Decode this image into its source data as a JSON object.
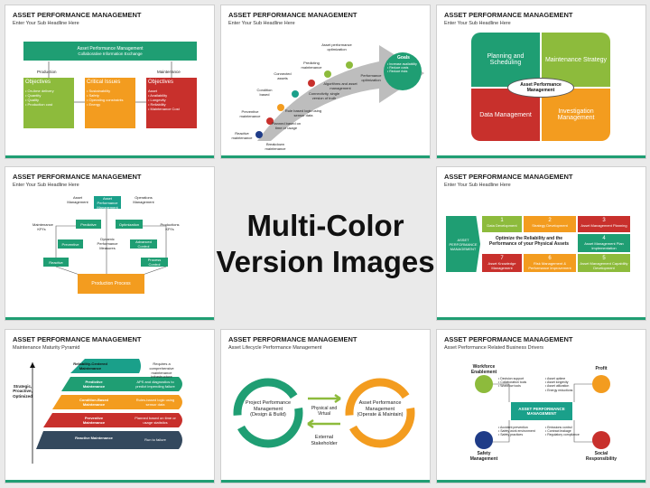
{
  "title": "ASSET PERFORMANCE MANAGEMENT",
  "sub_default": "Enter Your Sub Headline Here",
  "center": {
    "line1": "Multi-Color",
    "line2": "Version Images"
  },
  "s1": {
    "banner_line1": "Asset Performance Management",
    "banner_line2": "Collaborative Information Exchange",
    "production": "Production",
    "maintenance": "Maintenance",
    "col1_title": "Objectives",
    "col1_items": "• On-time delivery\n• Quantity\n• Quality\n• Production cost",
    "col2_title": "Critical Issues",
    "col2_items": "• Sustainability\n• Safety\n• Operating constraints\n• Energy",
    "col3_title": "Objectives",
    "col3_items": "Asset\n• Availability\n• Longevity\n• Reliability\n• Maintenance Cost"
  },
  "s2": {
    "goals_title": "Goals",
    "goals_items": "• Increase availability\n• Reduce costs\n• Reduce risks",
    "reactive": "Reactive maintenance",
    "breakdown": "Breakdown maintenance",
    "preventive": "Preventive maintenance",
    "planned": "Planned based on time or usage",
    "condition": "Condition based",
    "rule": "Rule based logic using sensor data",
    "connected": "Connected assets",
    "algorithms": "Connectivity, single version of truth",
    "algo2": "Algorithms and asset management",
    "predictive": "Predicting maintenance",
    "optimization": "Asset performance optimization",
    "performance": "Performance optimization"
  },
  "s3": {
    "q1": "Planning and Scheduling",
    "q2": "Maintenance Strategy",
    "q3": "Data Management",
    "q4": "Investigation Management",
    "center": "Asset Performance Management"
  },
  "s4": {
    "asset_mgmt": "Asset Management",
    "apm": "Asset Performance Management",
    "ops_mgmt": "Operations Management",
    "maint_kpis": "Maintenance KPI's",
    "prod_kpis": "Productions KPI's",
    "predictive": "Predictive",
    "optimization": "Optimization",
    "preventive": "Preventive",
    "dynamic": "Dynamic Performance Measures",
    "advanced": "Advanced Control",
    "reactive": "Reactive",
    "process": "Process Control",
    "production": "Production Process"
  },
  "s6": {
    "left": "ASSET PERFORMANCE MANAGEMENT",
    "center": "Optimize the Reliability and the Performance of your Physical Assets",
    "items": [
      {
        "num": "1",
        "label": "Data Development"
      },
      {
        "num": "2",
        "label": "Strategy Development"
      },
      {
        "num": "3",
        "label": "Asset Management Planning"
      },
      {
        "num": "4",
        "label": "Asset Management Plan Implementation"
      },
      {
        "num": "5",
        "label": "Asset Management Capability Development"
      },
      {
        "num": "6",
        "label": "Risk Management & Performance Improvement"
      },
      {
        "num": "7",
        "label": "Asset Knowledge Management"
      }
    ]
  },
  "s7": {
    "sub": "Maintenance Maturity Pyramid",
    "axis": "Strategic, Proactive, Optimized",
    "levels": [
      {
        "name": "Reliability-Centered Maintenance",
        "desc": "Requires a comprehensive maintenance infrastructure"
      },
      {
        "name": "Predictive Maintenance",
        "desc": "APS and diagnostics to predict impending failure"
      },
      {
        "name": "Condition-Based Maintenance",
        "desc": "Rules-based logic using sensor data"
      },
      {
        "name": "Preventive Maintenance",
        "desc": "Planned based on time or usage statistics"
      },
      {
        "name": "Reactive Maintenance",
        "desc": "Run to failure"
      }
    ]
  },
  "s8": {
    "sub": "Asset Lifecycle Performance Management",
    "left": "Project Performance Management (Design & Build)",
    "middle": "Physical and Virtual",
    "right": "Asset Performance Management (Operate & Maintain)",
    "ext": "External Stakeholder"
  },
  "s9": {
    "sub": "Asset Performance Related Business Drivers",
    "center": "ASSET PERFORMANCE MANAGEMENT",
    "workforce": "Workforce Enablement",
    "profit": "Profit",
    "safety": "Safety Management",
    "social": "Social Responsibility",
    "wf_items": "• Decision support\n• Collaboration tools\n• Workflow tools",
    "profit_items": "• Asset uptime\n• Asset longevity\n• Asset utilization\n• Energy reductions",
    "safety_items": "• Accident prevention\n• Safety work environment\n• Safety practices",
    "social_items": "• Emissions control\n• Contract leakage\n• Regulatory compliance"
  },
  "colors": {
    "green": "#1f9e73",
    "teal": "#1aa08a",
    "orange": "#f39c1f",
    "red": "#c8302c",
    "lime": "#8dbb3c"
  }
}
